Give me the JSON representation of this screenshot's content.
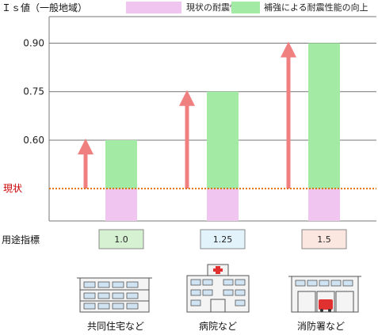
{
  "chart_data": {
    "type": "bar",
    "ylabel": "Ｉｓ値（一般地域）",
    "yticks": [
      0.6,
      0.75,
      0.9
    ],
    "ylim": [
      0.35,
      0.982
    ],
    "current_level": 0.45,
    "current_label": "現状",
    "series": [
      {
        "name": "現状の耐震性能",
        "color": "#f0c6f0"
      },
      {
        "name": "補強による耐震性能の向上",
        "color": "#a3eaa5"
      }
    ],
    "categories": [
      "共同住宅など",
      "病院など",
      "消防署など"
    ],
    "current_values": [
      0.45,
      0.45,
      0.45
    ],
    "target_values": [
      0.6,
      0.75,
      0.9
    ],
    "grid": "horizontal",
    "legend": "top"
  },
  "usage": {
    "label": "用途指標",
    "values": [
      "1.0",
      "1.25",
      "1.5"
    ],
    "box_colors": [
      "#d6f0d2",
      "#e2f3fb",
      "#fbe6e0"
    ]
  },
  "colors": {
    "arrow": "#f08080",
    "current_line": "#e07000",
    "current_text": "#cc0000",
    "grid": "#777777",
    "hospital_cross": "#e03030",
    "fire_truck": "#e03030"
  },
  "icons": [
    "apartment-icon",
    "hospital-icon",
    "fire-station-icon"
  ]
}
